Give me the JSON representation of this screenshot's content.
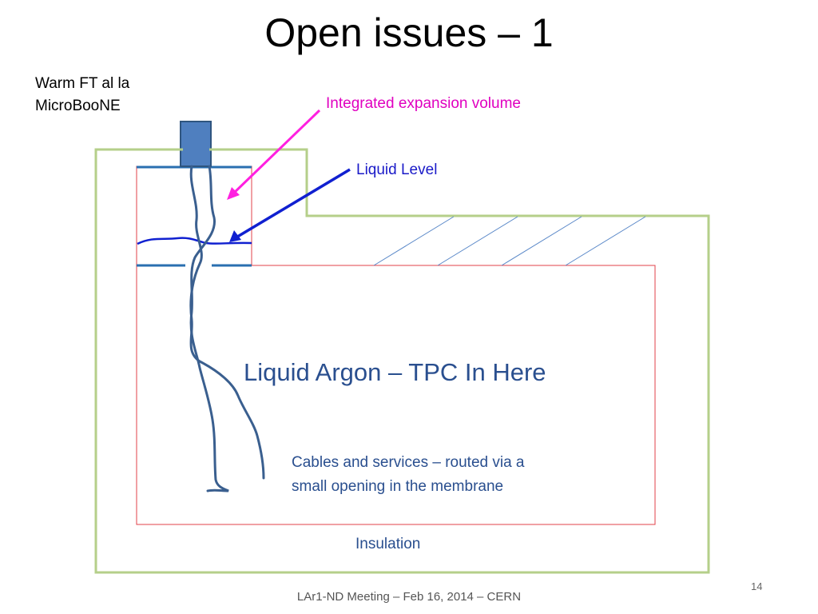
{
  "slide": {
    "title": "Open issues – 1",
    "footer": "LAr1-ND Meeting – Feb 16, 2014 – CERN",
    "page_number": "14"
  },
  "labels": {
    "warm_ft_line1": "Warm FT al la",
    "warm_ft_line2": "MicroBooNE",
    "expansion_volume": "Integrated expansion volume",
    "liquid_level": "Liquid Level",
    "argon": "Liquid Argon – TPC In Here",
    "cables_line1": "Cables and services –  routed via a",
    "cables_line2": "small opening in the membrane",
    "insulation": "Insulation"
  },
  "colors": {
    "insulation_outline": "#b5cf8a",
    "membrane_outline": "#e0404a",
    "cable": "#3a5f8f",
    "feedthrough": "#4f7fbf",
    "expansion_arrow": "#ff20e0",
    "expansion_text": "#e000c0",
    "level_arrow": "#1020d0",
    "level_text": "#1a1ac8",
    "argon_text": "#2a4f8f",
    "hatch": "#5a88c8"
  }
}
